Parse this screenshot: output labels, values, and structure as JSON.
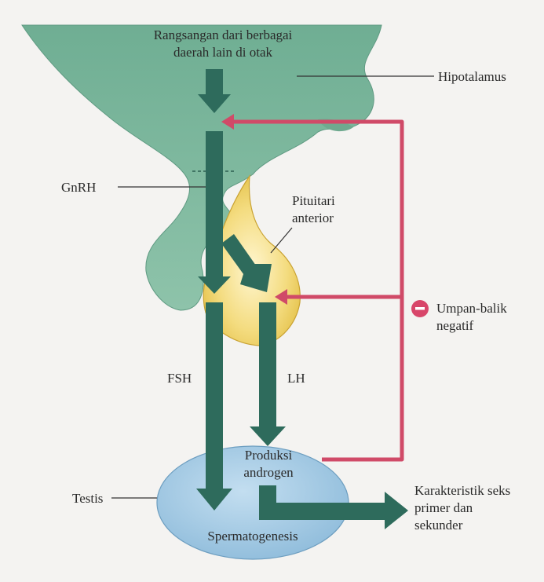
{
  "diagram": {
    "stimulus_line1": "Rangsangan dari berbagai",
    "stimulus_line2": "daerah lain di otak",
    "hypothalamus": "Hipotalamus",
    "gnrh": "GnRH",
    "pituitary_line1": "Pituitari",
    "pituitary_line2": "anterior",
    "feedback_line1": "Umpan-balik",
    "feedback_line2": "negatif",
    "fsh": "FSH",
    "lh": "LH",
    "androgen_line1": "Produksi",
    "androgen_line2": "androgen",
    "testis": "Testis",
    "sex_char_line1": "Karakteristik seks",
    "sex_char_line2": "primer dan",
    "sex_char_line3": "sekunder",
    "spermatogenesis": "Spermatogenesis",
    "feedback_symbol": "−"
  },
  "colors": {
    "hypothalamus_fill": "#7fb9a0",
    "pituitary_fill": "#f2d873",
    "testis_fill": "#a9cde6",
    "arrow": "#2e6b5c",
    "feedback": "#d04a68"
  }
}
